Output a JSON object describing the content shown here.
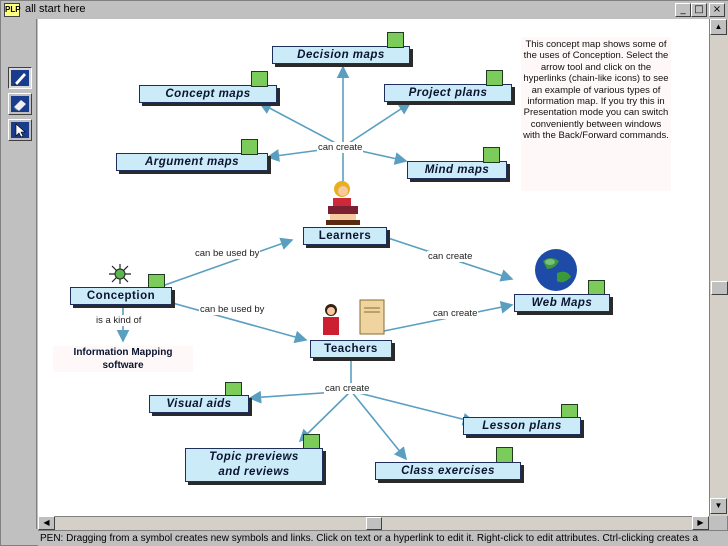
{
  "window": {
    "title": "all start here",
    "app_icon_text": "PLP",
    "minimize_glyph": "_",
    "maximize_glyph": "□",
    "close_glyph": "×"
  },
  "tools": [
    {
      "name": "pen-tool",
      "active": true
    },
    {
      "name": "eraser-tool",
      "active": false
    },
    {
      "name": "arrow-tool",
      "active": false
    }
  ],
  "nodes": {
    "decision_maps": "Decision maps",
    "concept_maps": "Concept maps",
    "project_plans": "Project plans",
    "argument_maps": "Argument maps",
    "mind_maps": "Mind maps",
    "learners": "Learners",
    "conception": "Conception",
    "web_maps": "Web Maps",
    "teachers": "Teachers",
    "info_mapping": "Information Mapping software",
    "visual_aids": "Visual aids",
    "lesson_plans": "Lesson plans",
    "topic_previews": "Topic previews and reviews",
    "class_exercises": "Class exercises"
  },
  "links": {
    "can_create_top": "can create",
    "can_be_used_by_learners": "can be used by",
    "can_create_learners_web": "can create",
    "can_be_used_by_teachers": "can be used by",
    "can_create_teachers_web": "can create",
    "is_a_kind_of": "is a kind of",
    "can_create_bottom": "can create"
  },
  "info_note": "This concept map shows some of the uses of Conception. Select the arrow tool and click on the hyperlinks (chain-like icons) to see an example of various types of information map. If you try this in Presentation mode you can switch conveniently between windows with the Back/Forward commands.",
  "status": "PEN: Dragging from a symbol creates new symbols and links. Click on text or a hyperlink to edit it. Right-click to edit attributes. Ctrl-clicking creates a",
  "colors": {
    "node_fill": "#ccebf9",
    "node_border": "#1f2e5a",
    "edge": "#5a9fc0",
    "hyperlink_icon": "#7ccc5c",
    "note_bg": "#fff8f8"
  }
}
